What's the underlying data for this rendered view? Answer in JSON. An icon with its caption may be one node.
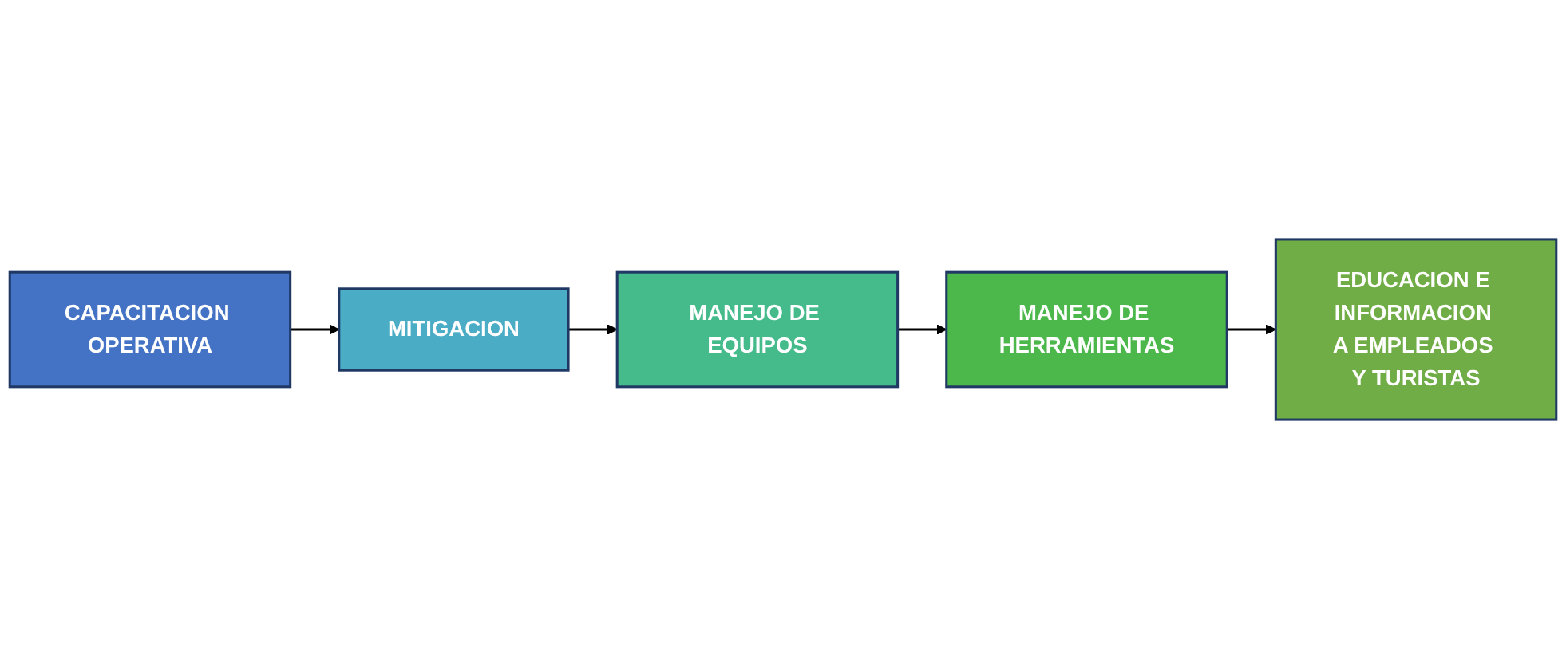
{
  "diagram": {
    "nodes": [
      {
        "text": [
          "CAPACITACION OPERATIVA"
        ]
      },
      {
        "text": [
          "MITIGACION"
        ]
      },
      {
        "text": [
          "MANEJO DE EQUIPOS"
        ]
      },
      {
        "text": [
          "MANEJO DE HERRAMIENTAS"
        ]
      },
      {
        "text": [
          "EDUCACION E INFORMACION A EMPLEADOS Y TURISTAS"
        ]
      }
    ],
    "edges": [
      {
        "from": 0,
        "to": 1,
        "arrow": "to"
      },
      {
        "from": 1,
        "to": 2,
        "arrow": "to"
      },
      {
        "from": 2,
        "to": 3,
        "arrow": "to"
      },
      {
        "from": 3,
        "to": 4,
        "arrow": "to"
      }
    ]
  }
}
